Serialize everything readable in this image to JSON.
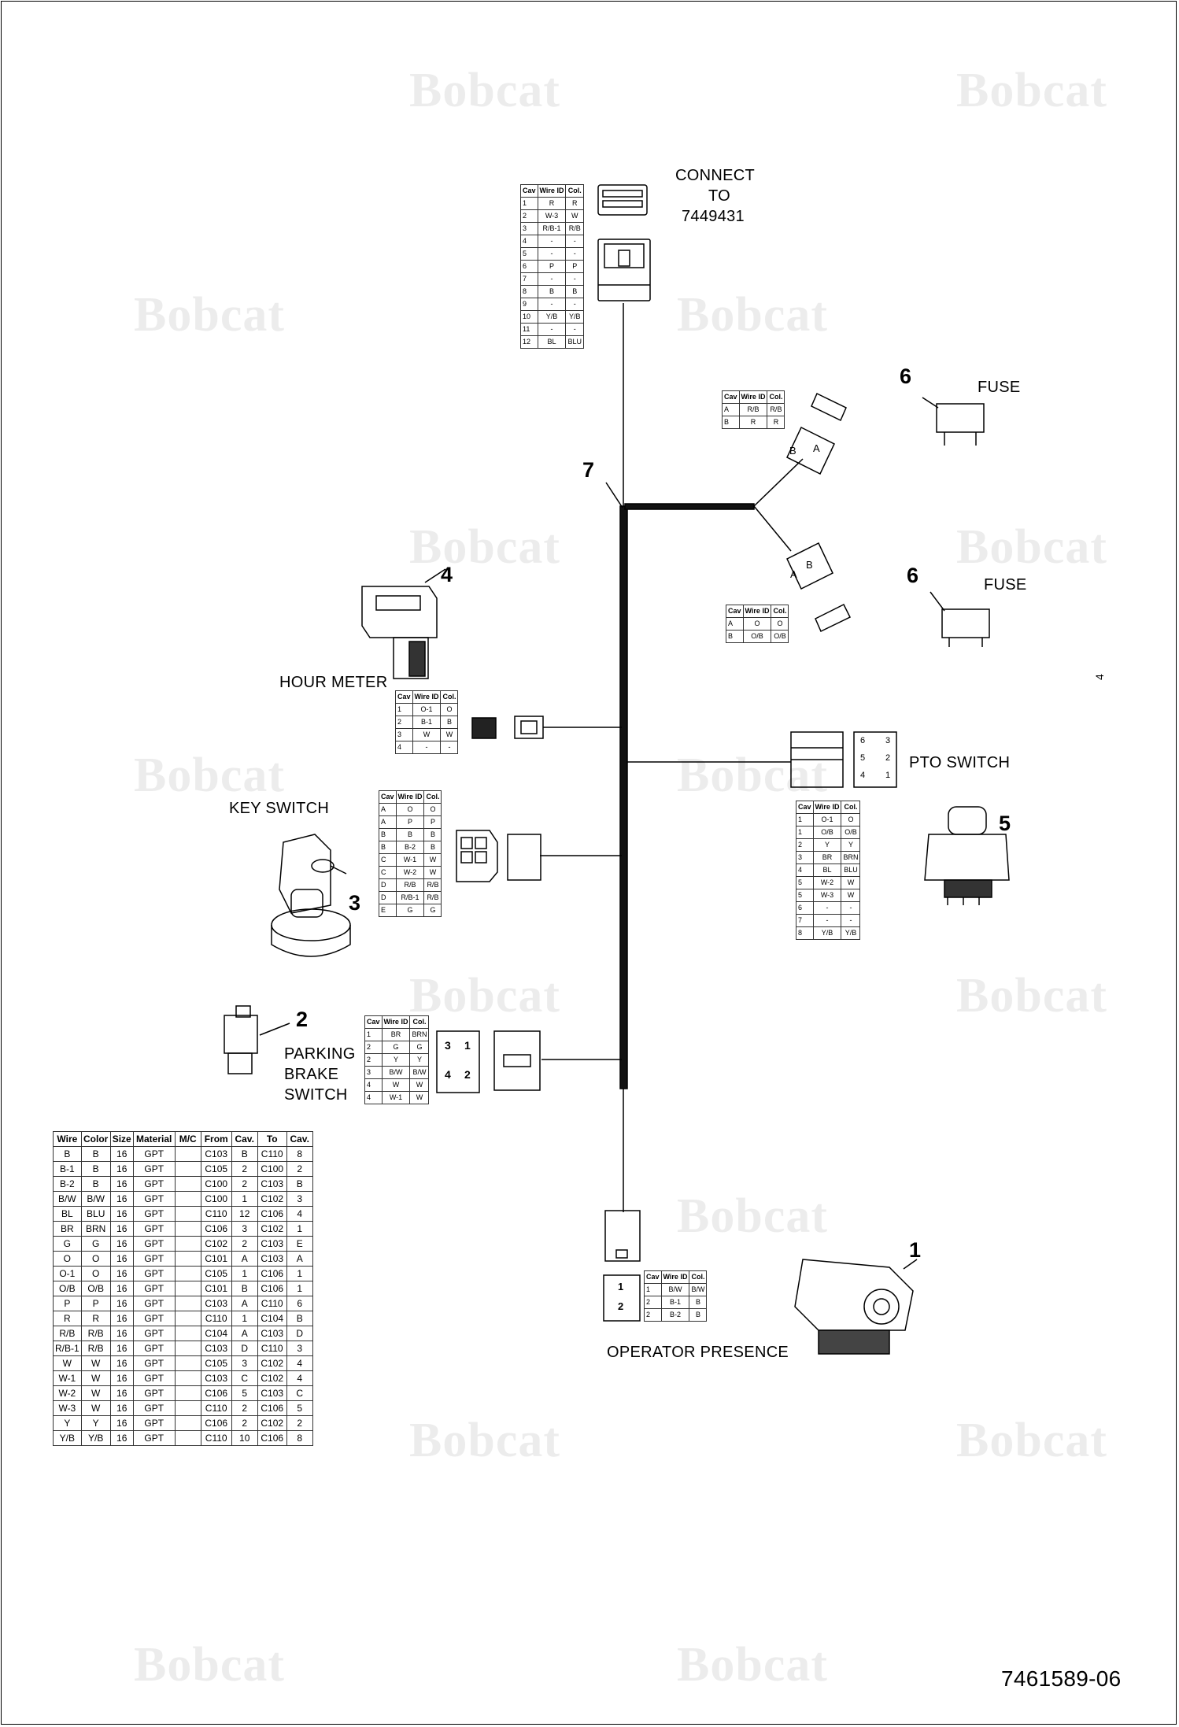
{
  "watermark_text": "Bobcat",
  "drawing_number": "7461589-06",
  "labels": {
    "connect": [
      "CONNECT",
      "TO",
      "7449431"
    ],
    "fuse": "FUSE",
    "hour_meter": "HOUR METER",
    "pto_switch": "PTO SWITCH",
    "key_switch": "KEY SWITCH",
    "parking_brake_switch": [
      "PARKING",
      "BRAKE",
      "SWITCH"
    ],
    "operator_presence": "OPERATOR PRESENCE"
  },
  "callouts": [
    "1",
    "2",
    "3",
    "4",
    "5",
    "6",
    "6",
    "7"
  ],
  "stray_mark": "4",
  "cavity_header": [
    "Cav",
    "Wire ID",
    "Col."
  ],
  "connector_tables": {
    "main": [
      [
        "1",
        "R",
        "R"
      ],
      [
        "2",
        "W-3",
        "W"
      ],
      [
        "3",
        "R/B-1",
        "R/B"
      ],
      [
        "4",
        "-",
        "-"
      ],
      [
        "5",
        "-",
        "-"
      ],
      [
        "6",
        "P",
        "P"
      ],
      [
        "7",
        "-",
        "-"
      ],
      [
        "8",
        "B",
        "B"
      ],
      [
        "9",
        "-",
        "-"
      ],
      [
        "10",
        "Y/B",
        "Y/B"
      ],
      [
        "11",
        "-",
        "-"
      ],
      [
        "12",
        "BL",
        "BLU"
      ]
    ],
    "fuse_top": [
      [
        "A",
        "R/B",
        "R/B"
      ],
      [
        "B",
        "R",
        "R"
      ]
    ],
    "fuse_bottom": [
      [
        "A",
        "O",
        "O"
      ],
      [
        "B",
        "O/B",
        "O/B"
      ]
    ],
    "hour_meter": [
      [
        "1",
        "O-1",
        "O"
      ],
      [
        "2",
        "B-1",
        "B"
      ],
      [
        "3",
        "W",
        "W"
      ],
      [
        "4",
        "-",
        "-"
      ]
    ],
    "key_switch": [
      [
        "A",
        "O",
        "O"
      ],
      [
        "A",
        "P",
        "P"
      ],
      [
        "B",
        "B",
        "B"
      ],
      [
        "B",
        "B-2",
        "B"
      ],
      [
        "C",
        "W-1",
        "W"
      ],
      [
        "C",
        "W-2",
        "W"
      ],
      [
        "D",
        "R/B",
        "R/B"
      ],
      [
        "D",
        "R/B-1",
        "R/B"
      ],
      [
        "E",
        "G",
        "G"
      ]
    ],
    "pto_switch": [
      [
        "1",
        "O-1",
        "O"
      ],
      [
        "1",
        "O/B",
        "O/B"
      ],
      [
        "2",
        "Y",
        "Y"
      ],
      [
        "3",
        "BR",
        "BRN"
      ],
      [
        "4",
        "BL",
        "BLU"
      ],
      [
        "5",
        "W-2",
        "W"
      ],
      [
        "5",
        "W-3",
        "W"
      ],
      [
        "6",
        "-",
        "-"
      ],
      [
        "7",
        "-",
        "-"
      ],
      [
        "8",
        "Y/B",
        "Y/B"
      ]
    ],
    "parking_brake": [
      [
        "1",
        "BR",
        "BRN"
      ],
      [
        "2",
        "G",
        "G"
      ],
      [
        "2",
        "Y",
        "Y"
      ],
      [
        "3",
        "B/W",
        "B/W"
      ],
      [
        "4",
        "W",
        "W"
      ],
      [
        "4",
        "W-1",
        "W"
      ]
    ],
    "operator_presence": [
      [
        "1",
        "B/W",
        "B/W"
      ],
      [
        "2",
        "B-1",
        "B"
      ],
      [
        "2",
        "B-2",
        "B"
      ]
    ]
  },
  "wire_table": {
    "headers": [
      "Wire",
      "Color",
      "Size",
      "Material",
      "M/C",
      "From",
      "Cav.",
      "To",
      "Cav."
    ],
    "rows": [
      [
        "B",
        "B",
        "16",
        "GPT",
        "",
        "C103",
        "B",
        "C110",
        "8"
      ],
      [
        "B-1",
        "B",
        "16",
        "GPT",
        "",
        "C105",
        "2",
        "C100",
        "2"
      ],
      [
        "B-2",
        "B",
        "16",
        "GPT",
        "",
        "C100",
        "2",
        "C103",
        "B"
      ],
      [
        "B/W",
        "B/W",
        "16",
        "GPT",
        "",
        "C100",
        "1",
        "C102",
        "3"
      ],
      [
        "BL",
        "BLU",
        "16",
        "GPT",
        "",
        "C110",
        "12",
        "C106",
        "4"
      ],
      [
        "BR",
        "BRN",
        "16",
        "GPT",
        "",
        "C106",
        "3",
        "C102",
        "1"
      ],
      [
        "G",
        "G",
        "16",
        "GPT",
        "",
        "C102",
        "2",
        "C103",
        "E"
      ],
      [
        "O",
        "O",
        "16",
        "GPT",
        "",
        "C101",
        "A",
        "C103",
        "A"
      ],
      [
        "O-1",
        "O",
        "16",
        "GPT",
        "",
        "C105",
        "1",
        "C106",
        "1"
      ],
      [
        "O/B",
        "O/B",
        "16",
        "GPT",
        "",
        "C101",
        "B",
        "C106",
        "1"
      ],
      [
        "P",
        "P",
        "16",
        "GPT",
        "",
        "C103",
        "A",
        "C110",
        "6"
      ],
      [
        "R",
        "R",
        "16",
        "GPT",
        "",
        "C110",
        "1",
        "C104",
        "B"
      ],
      [
        "R/B",
        "R/B",
        "16",
        "GPT",
        "",
        "C104",
        "A",
        "C103",
        "D"
      ],
      [
        "R/B-1",
        "R/B",
        "16",
        "GPT",
        "",
        "C103",
        "D",
        "C110",
        "3"
      ],
      [
        "W",
        "W",
        "16",
        "GPT",
        "",
        "C105",
        "3",
        "C102",
        "4"
      ],
      [
        "W-1",
        "W",
        "16",
        "GPT",
        "",
        "C103",
        "C",
        "C102",
        "4"
      ],
      [
        "W-2",
        "W",
        "16",
        "GPT",
        "",
        "C106",
        "5",
        "C103",
        "C"
      ],
      [
        "W-3",
        "W",
        "16",
        "GPT",
        "",
        "C110",
        "2",
        "C106",
        "5"
      ],
      [
        "Y",
        "Y",
        "16",
        "GPT",
        "",
        "C106",
        "2",
        "C102",
        "2"
      ],
      [
        "Y/B",
        "Y/B",
        "16",
        "GPT",
        "",
        "C110",
        "10",
        "C106",
        "8"
      ]
    ]
  },
  "connector_pin_labels": {
    "fuse_pins": [
      "A",
      "B"
    ],
    "parking_pins": [
      "3",
      "1",
      "4",
      "2"
    ],
    "op_pins": [
      "1",
      "2"
    ],
    "pto_pins": [
      "3",
      "2",
      "1",
      "6",
      "5",
      "4"
    ]
  }
}
